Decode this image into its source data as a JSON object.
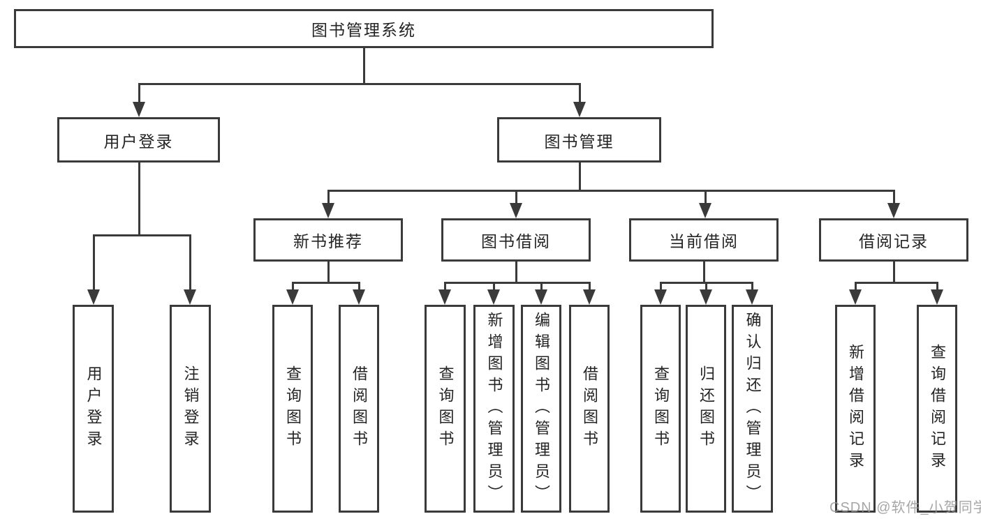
{
  "diagram_type": "tree",
  "colors": {
    "line": "#3a3a3a",
    "text": "#242424",
    "background": "#ffffff",
    "watermark": "#969696"
  },
  "tree": {
    "root": {
      "label": "图书管理系统",
      "children": [
        {
          "label": "用户登录",
          "children": [
            {
              "label": "用户登录"
            },
            {
              "label": "注销登录"
            }
          ]
        },
        {
          "label": "图书管理",
          "children": [
            {
              "label": "新书推荐",
              "children": [
                {
                  "label": "查询图书"
                },
                {
                  "label": "借阅图书"
                }
              ]
            },
            {
              "label": "图书借阅",
              "children": [
                {
                  "label": "查询图书"
                },
                {
                  "label": "新增图书（管理员）"
                },
                {
                  "label": "编辑图书（管理员）"
                },
                {
                  "label": "借阅图书"
                }
              ]
            },
            {
              "label": "当前借阅",
              "children": [
                {
                  "label": "查询图书"
                },
                {
                  "label": "归还图书"
                },
                {
                  "label": "确认归还（管理员）"
                }
              ]
            },
            {
              "label": "借阅记录",
              "children": [
                {
                  "label": "新增借阅记录"
                },
                {
                  "label": "查询借阅记录"
                }
              ]
            }
          ]
        }
      ]
    }
  },
  "watermark": {
    "text": "CSDN @软件_小贺同学"
  }
}
